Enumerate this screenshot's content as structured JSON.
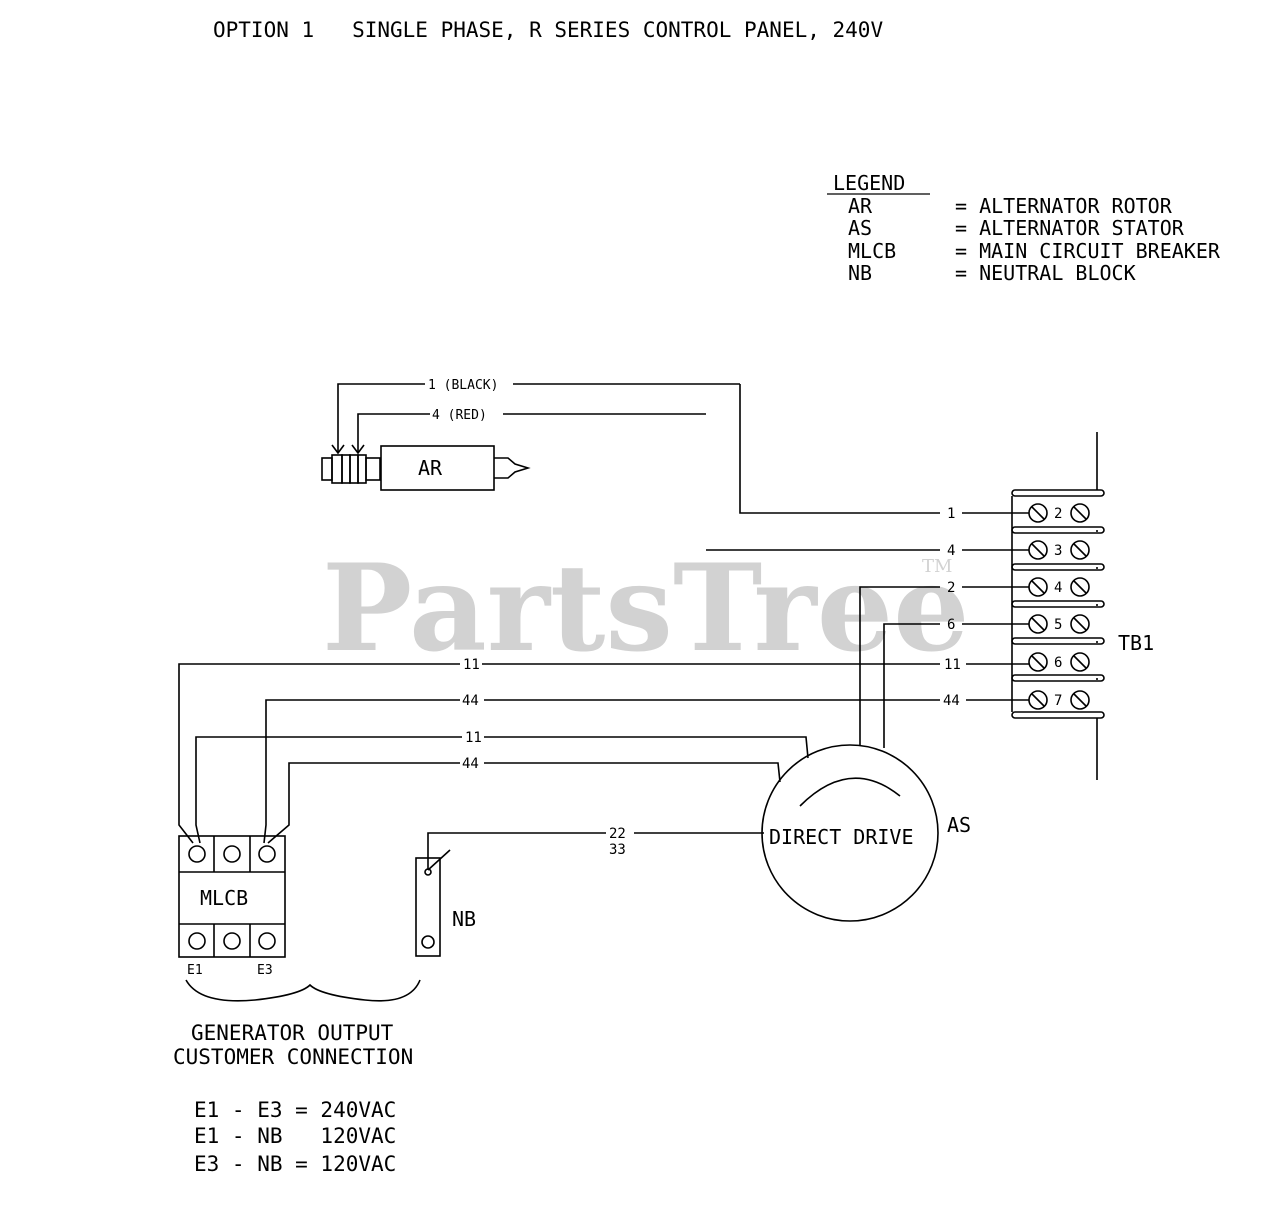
{
  "title": "OPTION 1   SINGLE PHASE, R SERIES CONTROL PANEL, 240V",
  "legend": {
    "heading": "LEGEND",
    "entries": [
      {
        "abbr": "AR",
        "desc": "= ALTERNATOR ROTOR"
      },
      {
        "abbr": "AS",
        "desc": "= ALTERNATOR STATOR"
      },
      {
        "abbr": "MLCB",
        "desc": "= MAIN CIRCUIT BREAKER"
      },
      {
        "abbr": "NB",
        "desc": "= NEUTRAL BLOCK"
      }
    ]
  },
  "rotor": {
    "label": "AR",
    "wire_black": "1 (BLACK)",
    "wire_red": "4 (RED)"
  },
  "terminal_block": {
    "label": "TB1",
    "terminals": [
      "2",
      "3",
      "4",
      "5",
      "6",
      "7"
    ],
    "wire_labels": [
      "1",
      "4",
      "2",
      "6",
      "11",
      "44"
    ]
  },
  "wires": {
    "w11_top": "11",
    "w44_top": "44",
    "w11_mid": "11",
    "w44_mid": "44",
    "w22": "22",
    "w33": "33"
  },
  "stator": {
    "label": "DIRECT DRIVE",
    "tag": "AS"
  },
  "breaker": {
    "label": "MLCB",
    "e1": "E1",
    "e3": "E3"
  },
  "neutral": {
    "label": "NB"
  },
  "output": {
    "line1": "GENERATOR OUTPUT",
    "line2": "CUSTOMER CONNECTION",
    "spec1": "E1 - E3 = 240VAC",
    "spec2": "E1 - NB   120VAC",
    "spec3": "E3 - NB = 120VAC"
  },
  "watermark": {
    "text": "PartsTree",
    "tm": "TM"
  }
}
